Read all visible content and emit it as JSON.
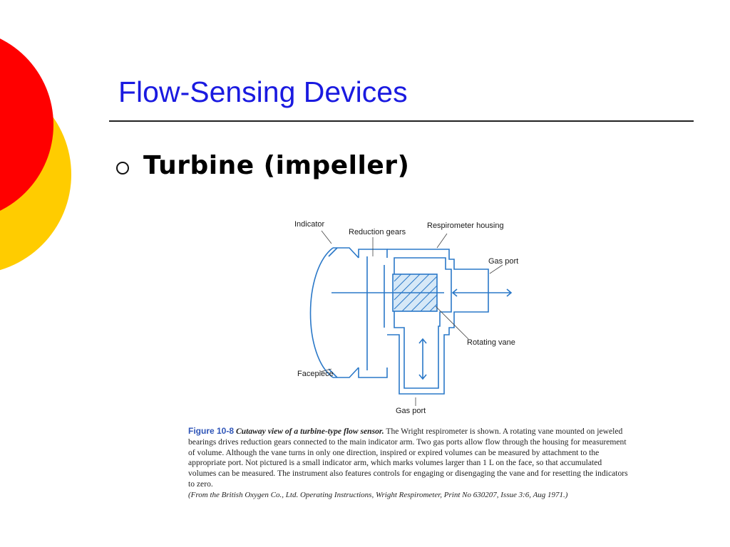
{
  "slide": {
    "title": "Flow-Sensing Devices",
    "bullet": "Turbine (impeller)"
  },
  "figure": {
    "labels": {
      "indicator": "Indicator",
      "reduction_gears": "Reduction gears",
      "respirometer_housing": "Respirometer housing",
      "gas_port_right": "Gas port",
      "rotating_vane": "Rotating vane",
      "facepiece": "Facepiece",
      "gas_port_bottom": "Gas port"
    },
    "colors": {
      "diagram_line": "#2a78c8",
      "label_text": "#1a1a1a"
    }
  },
  "caption": {
    "number": "Figure 10-8",
    "heading": "Cutaway view of a turbine-type flow sensor.",
    "body": "The Wright respirometer is shown. A rotating vane mounted on jeweled bearings drives reduction gears connected to the main indicator arm. Two gas ports allow flow through the housing for measurement of volume. Although the vane turns in only one direction, inspired or expired volumes can be measured by attachment to the appropriate port. Not pictured is a small indicator arm, which marks volumes larger than 1 L on the face, so that accumulated volumes can be measured. The instrument also features controls for engaging or disengaging the vane and for resetting the indicators to zero.",
    "source": "(From the British Oxygen Co., Ltd. Operating Instructions, Wright Respirometer, Print No 630207, Issue 3:6, Aug 1971.)"
  },
  "decoration": {
    "red": "#ff0000",
    "yellow": "#ffcc00"
  }
}
